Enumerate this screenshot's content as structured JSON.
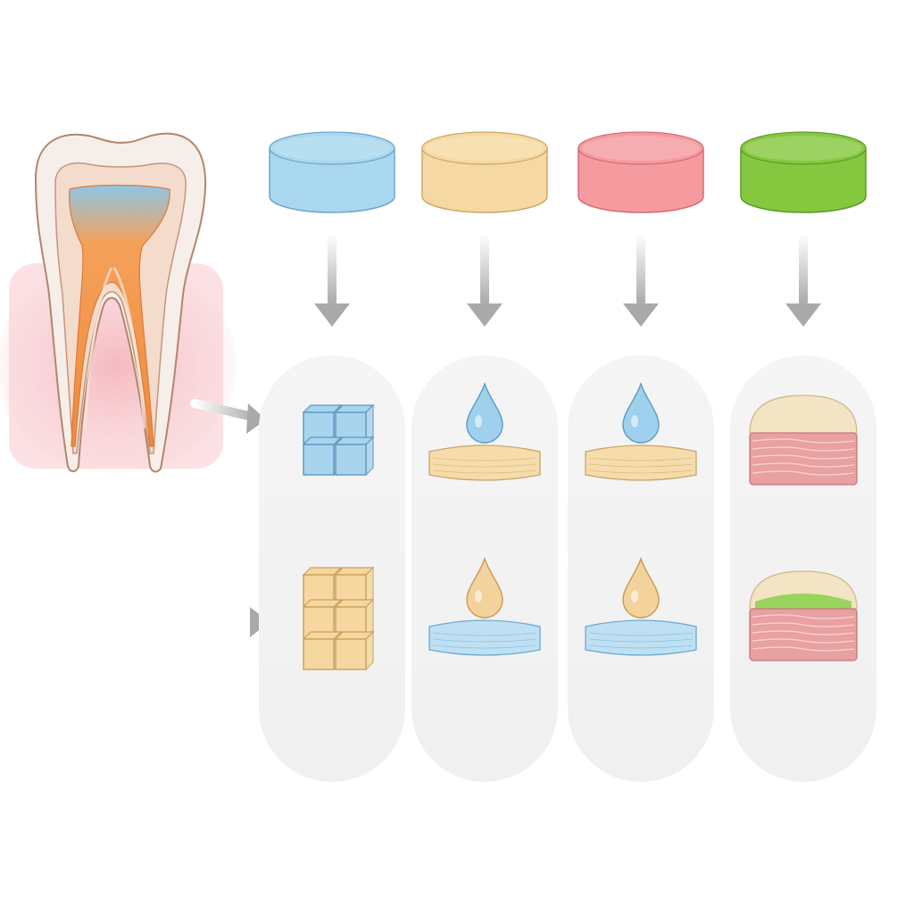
{
  "diagram": {
    "kind": "tooth-material-comparison",
    "labels_printed": false,
    "tooth": {
      "icon": "molar-cross-section-icon",
      "enamel_color": "#f6efe9",
      "dentin_color": "#f3dccc",
      "pulp_color": "#f08a3c",
      "pulp_top_color": "#8ec6e6",
      "gum_color": "#f1b9bf"
    },
    "materials": [
      {
        "id": "blue",
        "disc_color": "#a9d7ef",
        "disc_edge": "#6fa6c8",
        "top_icon": "blue-cubes-icon",
        "bottom_icon": "tan-cubes-icon"
      },
      {
        "id": "tan",
        "disc_color": "#f6d9a2",
        "disc_edge": "#cba866",
        "top_icon": "blue-drop-on-tan-layer-icon",
        "bottom_icon": "tan-drop-on-blue-layer-icon"
      },
      {
        "id": "red",
        "disc_color": "#f59ba0",
        "disc_edge": "#d86a72",
        "top_icon": "blue-drop-on-tan-layer-icon",
        "bottom_icon": "tan-drop-on-blue-layer-icon"
      },
      {
        "id": "green",
        "disc_color": "#85c840",
        "disc_edge": "#5d9a25",
        "top_icon": "layered-tissue-icon",
        "bottom_icon": "layered-tissue-green-icon"
      }
    ],
    "colors": {
      "arrow": "#a9a9a9",
      "panel": "#f2f2f2",
      "cube_blue": "#a9d4ee",
      "cube_blue_edge": "#5b97bf",
      "cube_tan": "#f6d7a0",
      "cube_tan_edge": "#c9a15c",
      "drop_blue": "#9fd0ee",
      "drop_tan": "#f4d29c",
      "layer_tan": "#f5dcaa",
      "layer_blue": "#bfe0f3",
      "tissue_red": "#e8a0a0",
      "tissue_cream": "#f3e4c4",
      "tissue_green": "#8fd152"
    }
  }
}
